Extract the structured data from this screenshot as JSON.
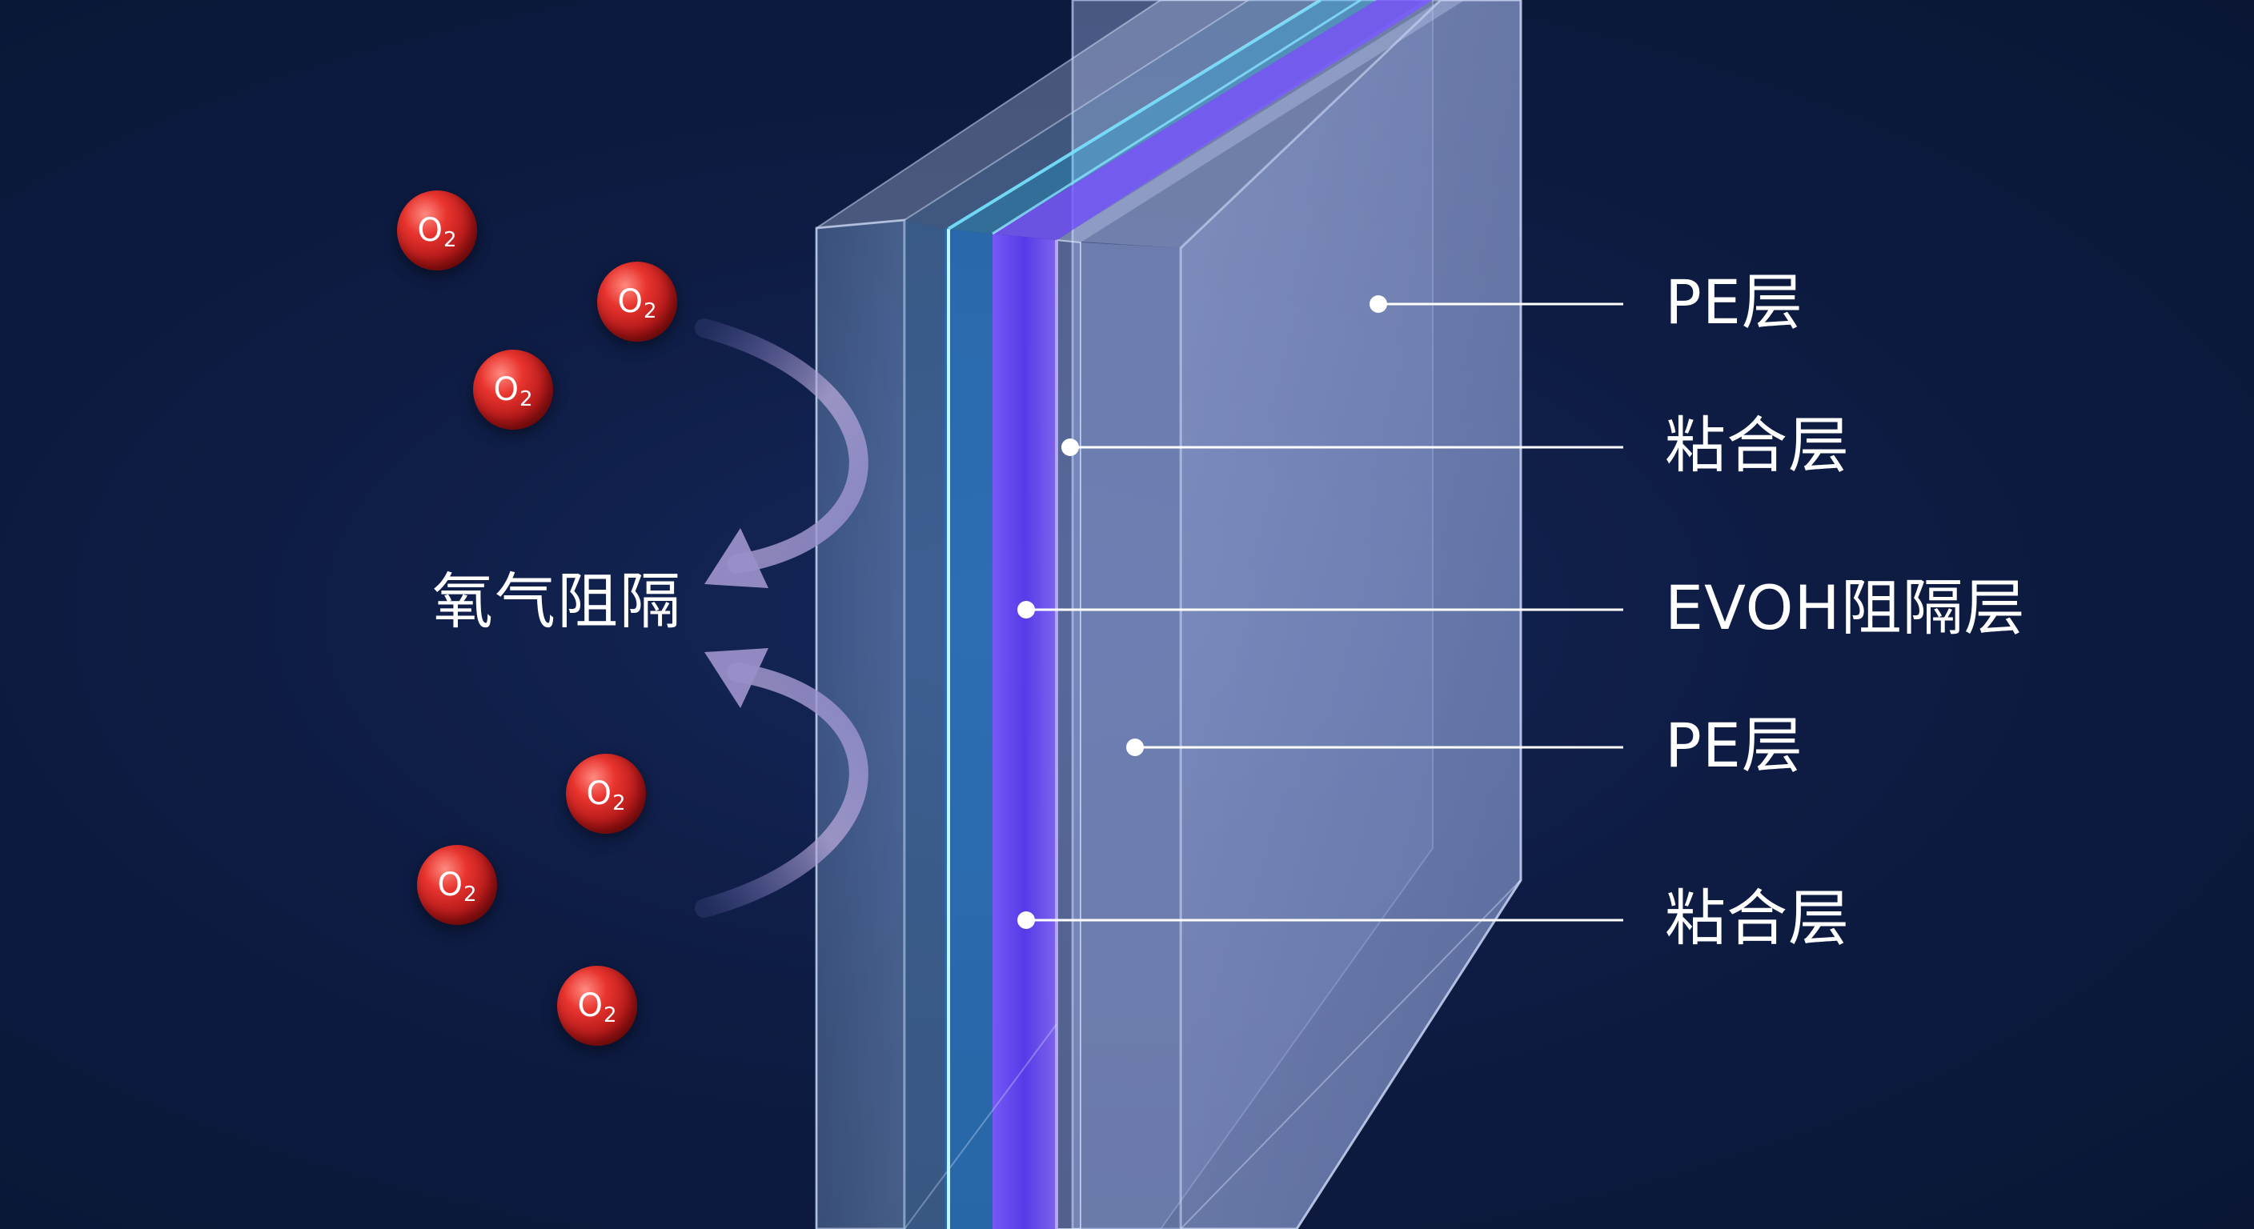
{
  "barrier_label": "氧气阻隔",
  "molecule": {
    "symbol": "O",
    "subscript": "2",
    "count": 6
  },
  "layers": [
    {
      "label": "PE层"
    },
    {
      "label": "粘合层"
    },
    {
      "label": "EVOH阻隔层"
    },
    {
      "label": "PE层"
    },
    {
      "label": "粘合层"
    }
  ],
  "colors": {
    "background": "#0d1a3b",
    "molecule": "#d32626",
    "evoh_layer": "#6a4cff",
    "adhesive_glow": "#6fe6ff",
    "arrow": "#9a8fc8"
  }
}
